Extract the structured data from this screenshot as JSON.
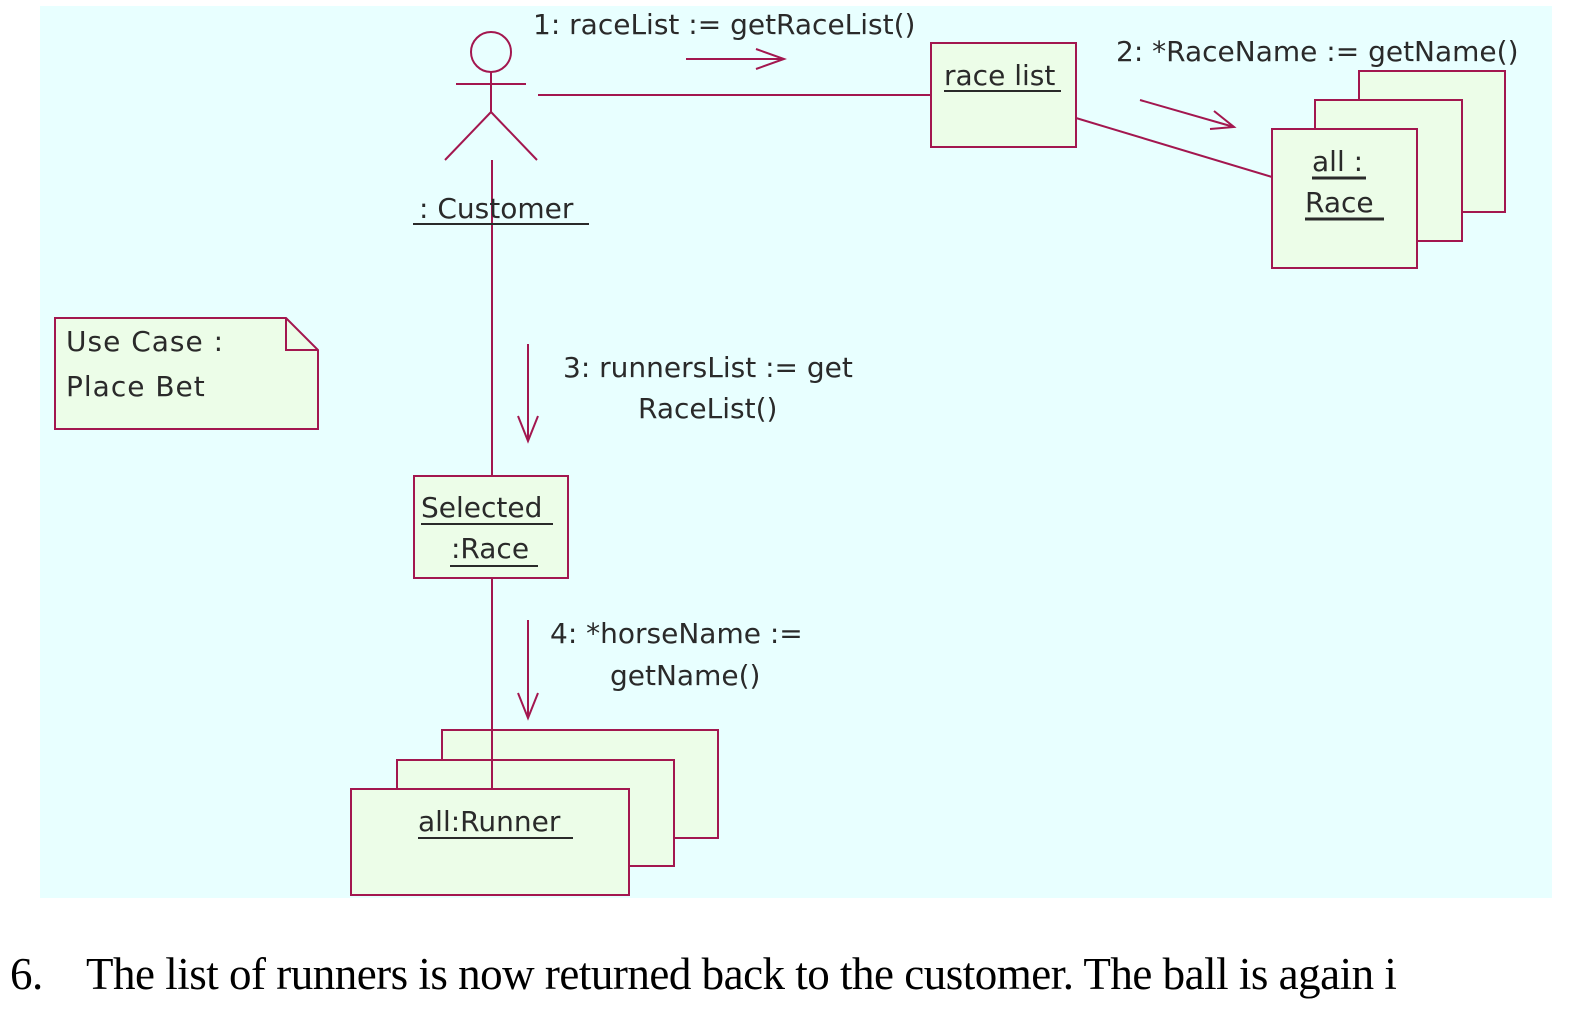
{
  "diagram": {
    "type": "UML collaboration diagram",
    "colors": {
      "background": "#e8ffff",
      "line": "#a3174f",
      "object_fill": "#ecfde8",
      "text": "#2a2a2a"
    },
    "actor": {
      "label": ": Customer",
      "icon": "stick-figure-actor-icon"
    },
    "objects": {
      "race_list": {
        "label": "race list"
      },
      "all_race": {
        "label_line1": "all :",
        "label_line2": "Race",
        "multi": true
      },
      "selected_race": {
        "label_line1": "Selected",
        "label_line2": ":Race"
      },
      "all_runner": {
        "label": "all:Runner",
        "multi": true
      }
    },
    "messages": [
      {
        "id": 1,
        "line1": "1: raceList := getRaceList()"
      },
      {
        "id": 2,
        "line1": "2: *RaceName := getName()"
      },
      {
        "id": 3,
        "line1": "3: runnersList := get",
        "line2": "RaceList()"
      },
      {
        "id": 4,
        "line1": "4: *horseName :=",
        "line2": "getName()"
      }
    ],
    "note": {
      "line1": "Use Case :",
      "line2": "Place Bet"
    }
  },
  "caption": {
    "number": "6.",
    "text": "The list of runners is now returned back to the customer. The ball is again i"
  }
}
